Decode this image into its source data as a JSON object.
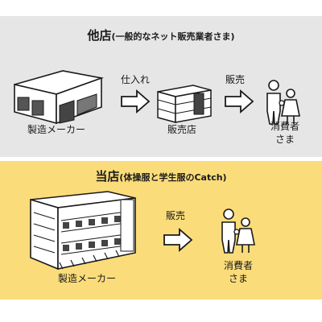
{
  "colors": {
    "top_bg": "#e6e6e6",
    "bottom_bg": "#fbdc7a",
    "ink": "#1a1a1a"
  },
  "others": {
    "title_main": "他店",
    "title_sub": "(一般的なネット販売業者さま)",
    "flow_label_1": "仕入れ",
    "flow_label_2": "販売",
    "node_1": "製造メーカー",
    "node_2": "販売店",
    "node_3_line1": "消費者",
    "node_3_line2": "さま"
  },
  "ours": {
    "title_main": "当店",
    "title_sub": "(体操服と学生服のCatch)",
    "flow_label_1": "販売",
    "node_1": "製造メーカー",
    "node_2_line1": "消費者",
    "node_2_line2": "さま"
  },
  "icons": [
    "factory-icon",
    "shop-building-icon",
    "family-icon",
    "arrow-right-icon",
    "large-factory-icon"
  ]
}
